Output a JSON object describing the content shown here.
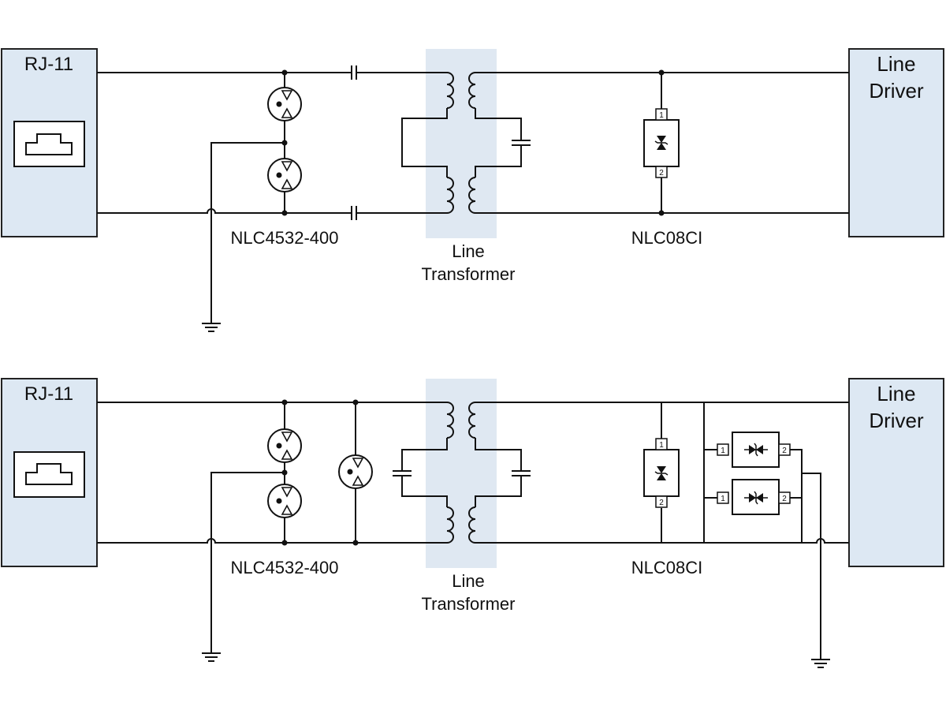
{
  "top": {
    "connector_label": "RJ-11",
    "driver_label_line1": "Line",
    "driver_label_line2": "Driver",
    "gdt_label": "NLC4532-400",
    "transformer_label_line1": "Line",
    "transformer_label_line2": "Transformer",
    "tvs_label": "NLC08CI",
    "tvs_pin1": "1",
    "tvs_pin2": "2"
  },
  "bottom": {
    "connector_label": "RJ-11",
    "driver_label_line1": "Line",
    "driver_label_line2": "Driver",
    "gdt_label": "NLC4532-400",
    "transformer_label_line1": "Line",
    "transformer_label_line2": "Transformer",
    "tvs_label": "NLC08CI",
    "tvs_pin1": "1",
    "tvs_pin2": "2",
    "tvs_upper_pin1": "1",
    "tvs_upper_pin2": "2",
    "tvs_lower_pin1": "1",
    "tvs_lower_pin2": "2"
  },
  "colors": {
    "block_fill": "#dde8f3",
    "transformer_band": "#dfe8f2",
    "wire": "#111111"
  }
}
